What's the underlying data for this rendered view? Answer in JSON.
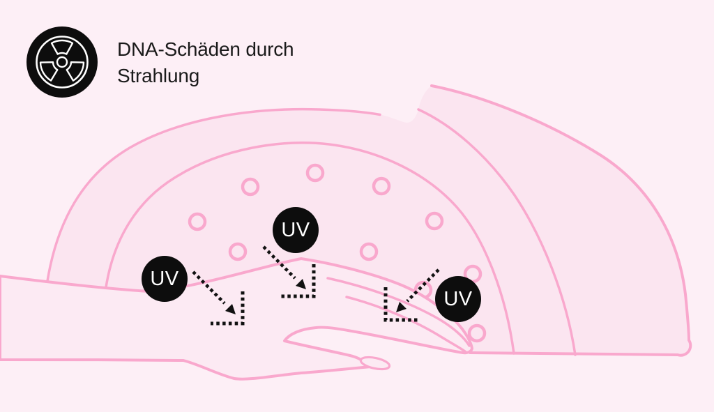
{
  "header": {
    "icon": "radiation-icon",
    "title_line1": "DNA-Schäden durch",
    "title_line2": "Strahlung"
  },
  "illustration": {
    "uv_badges": [
      {
        "label": "UV"
      },
      {
        "label": "UV"
      },
      {
        "label": "UV"
      }
    ],
    "led_count": 10,
    "colors": {
      "background": "#FDEFF6",
      "lamp_fill": "#FBE5F0",
      "hand_fill": "#FCEAF3",
      "outline_pink": "#F9A8CD",
      "badge_black": "#0D0D0D",
      "title_text": "#1A1A1A",
      "arrow_black": "#111111"
    }
  }
}
